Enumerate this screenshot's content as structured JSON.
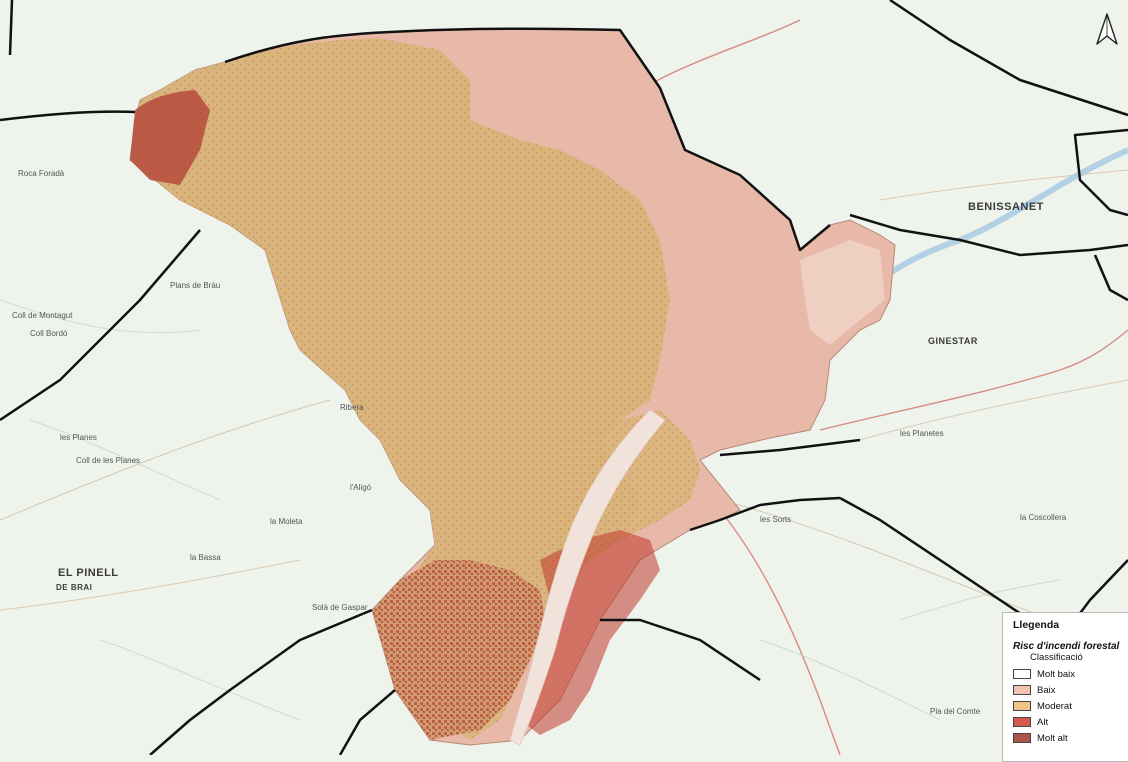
{
  "map": {
    "places": [
      {
        "name": "BENISSANET",
        "kind": "big"
      },
      {
        "name": "GINESTAR",
        "kind": "big"
      },
      {
        "name": "EL PINELL",
        "kind": "big"
      },
      {
        "name": "DE BRAI",
        "kind": "big"
      },
      {
        "name": "Plans de Bràu",
        "kind": "small"
      },
      {
        "name": "Coll de Montagut",
        "kind": "small"
      },
      {
        "name": "Coll Bordó",
        "kind": "small"
      },
      {
        "name": "la Bassa",
        "kind": "small"
      },
      {
        "name": "Ribera",
        "kind": "small"
      },
      {
        "name": "l'Aligó",
        "kind": "small"
      },
      {
        "name": "la Moleta",
        "kind": "small"
      },
      {
        "name": "Solà de Gaspar",
        "kind": "small"
      },
      {
        "name": "les Planes",
        "kind": "small"
      },
      {
        "name": "les Planetes",
        "kind": "small"
      },
      {
        "name": "Pla del Comte",
        "kind": "small"
      },
      {
        "name": "Roca Foradà",
        "kind": "small"
      },
      {
        "name": "Coll de les Planes",
        "kind": "small"
      },
      {
        "name": "les Sorts",
        "kind": "small"
      },
      {
        "name": "la Coscollera",
        "kind": "small"
      }
    ],
    "colors": {
      "background": "#eef3ec",
      "baix": "#e8b9a8",
      "moderat": "#dcb87a",
      "alt": "#c0392b",
      "molt_baix": "#f2e2dc",
      "boundary": "#111111"
    }
  },
  "legend": {
    "title": "Llegenda",
    "subtitle": "Risc d'incendi forestal",
    "classification": "Classificació",
    "items": [
      {
        "label": "Molt baix",
        "color": "#ffffff"
      },
      {
        "label": "Baix",
        "color": "#f0c3b6"
      },
      {
        "label": "Moderat",
        "color": "#f0c58a"
      },
      {
        "label": "Alt",
        "color": "#d45a4f"
      },
      {
        "label": "Molt alt",
        "color": "#a8574a"
      }
    ]
  },
  "north_arrow": {
    "icon": "north-arrow-icon"
  }
}
